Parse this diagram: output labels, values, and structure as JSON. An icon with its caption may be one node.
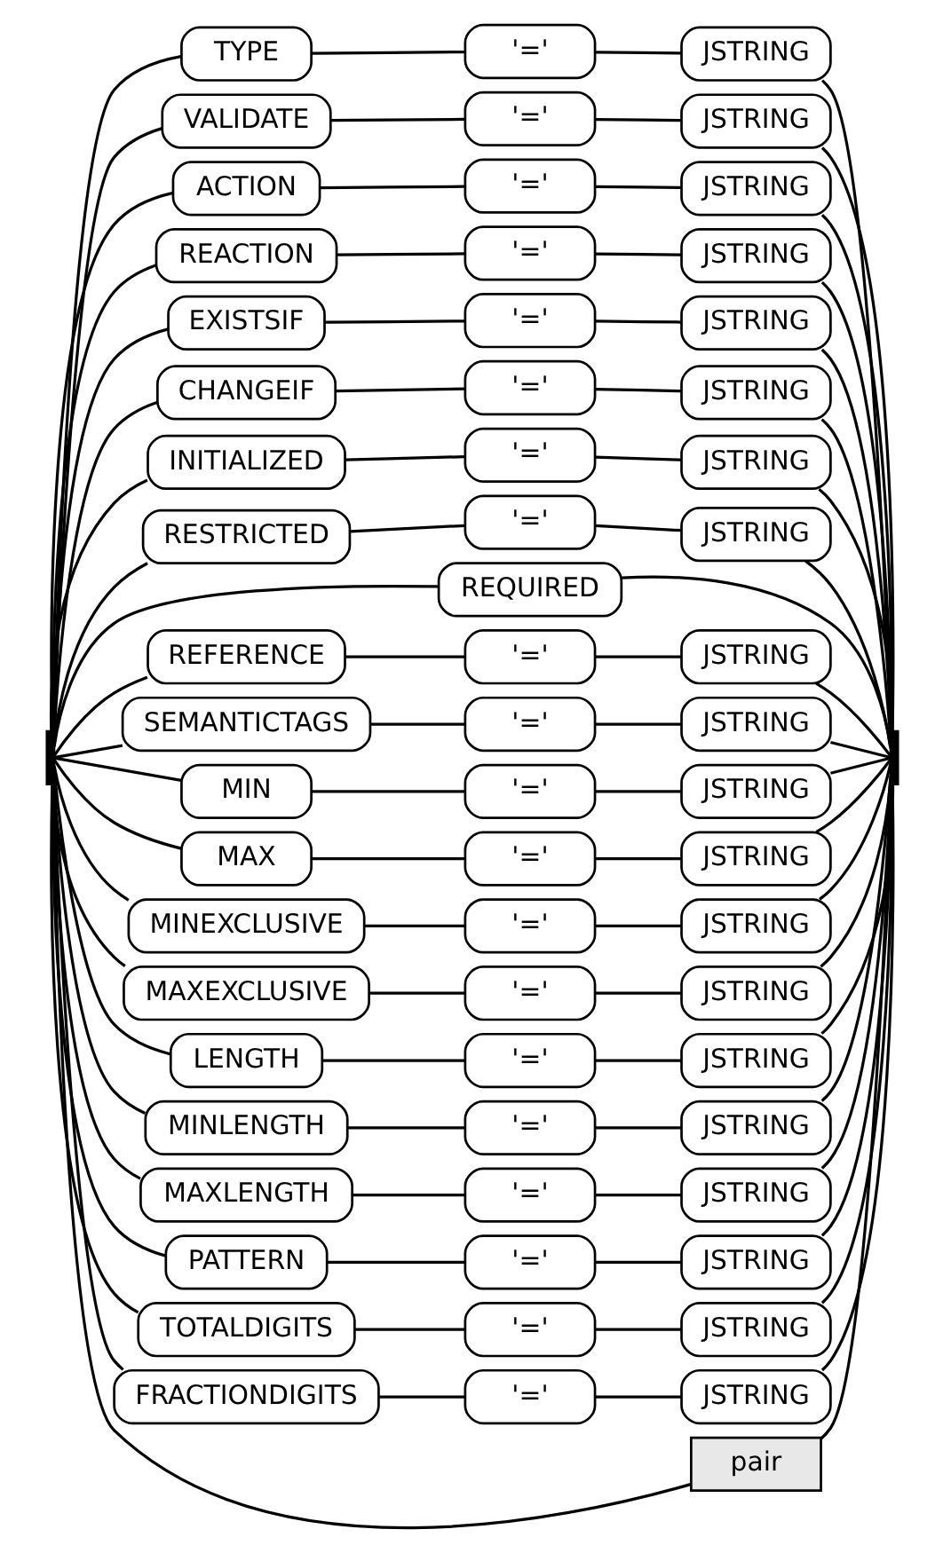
{
  "diagram": {
    "nodes": [
      {
        "text": [],
        "shape": "bar"
      },
      {
        "text": [
          "TYPE"
        ]
      },
      {
        "text": [
          "'='"
        ]
      },
      {
        "text": [
          "JSTRING"
        ]
      },
      {
        "text": [],
        "shape": "bar"
      },
      {
        "text": [
          "VALIDATE"
        ]
      },
      {
        "text": [
          "'='"
        ]
      },
      {
        "text": [
          "JSTRING"
        ]
      },
      {
        "text": [
          "ACTION"
        ]
      },
      {
        "text": [
          "'='"
        ]
      },
      {
        "text": [
          "JSTRING"
        ]
      },
      {
        "text": [
          "REACTION"
        ]
      },
      {
        "text": [
          "'='"
        ]
      },
      {
        "text": [
          "JSTRING"
        ]
      },
      {
        "text": [
          "EXISTSIF"
        ]
      },
      {
        "text": [
          "'='"
        ]
      },
      {
        "text": [
          "JSTRING"
        ]
      },
      {
        "text": [
          "CHANGEIF"
        ]
      },
      {
        "text": [
          "'='"
        ]
      },
      {
        "text": [
          "JSTRING"
        ]
      },
      {
        "text": [
          "INITIALIZED"
        ]
      },
      {
        "text": [
          "'='"
        ]
      },
      {
        "text": [
          "JSTRING"
        ]
      },
      {
        "text": [
          "RESTRICTED"
        ]
      },
      {
        "text": [
          "'='"
        ]
      },
      {
        "text": [
          "JSTRING"
        ]
      },
      {
        "text": [
          "REQUIRED"
        ]
      },
      {
        "text": [
          "REFERENCE"
        ]
      },
      {
        "text": [
          "'='"
        ]
      },
      {
        "text": [
          "JSTRING"
        ]
      },
      {
        "text": [
          "SEMANTICTAGS"
        ]
      },
      {
        "text": [
          "'='"
        ]
      },
      {
        "text": [
          "JSTRING"
        ]
      },
      {
        "text": [
          "MIN"
        ]
      },
      {
        "text": [
          "'='"
        ]
      },
      {
        "text": [
          "JSTRING"
        ]
      },
      {
        "text": [
          "MAX"
        ]
      },
      {
        "text": [
          "'='"
        ]
      },
      {
        "text": [
          "JSTRING"
        ]
      },
      {
        "text": [
          "MINEXCLUSIVE"
        ]
      },
      {
        "text": [
          "'='"
        ]
      },
      {
        "text": [
          "JSTRING"
        ]
      },
      {
        "text": [
          "MAXEXCLUSIVE"
        ]
      },
      {
        "text": [
          "'='"
        ]
      },
      {
        "text": [
          "JSTRING"
        ]
      },
      {
        "text": [
          "LENGTH"
        ]
      },
      {
        "text": [
          "'='"
        ]
      },
      {
        "text": [
          "JSTRING"
        ]
      },
      {
        "text": [
          "MINLENGTH"
        ]
      },
      {
        "text": [
          "'='"
        ]
      },
      {
        "text": [
          "JSTRING"
        ]
      },
      {
        "text": [
          "MAXLENGTH"
        ]
      },
      {
        "text": [
          "'='"
        ]
      },
      {
        "text": [
          "JSTRING"
        ]
      },
      {
        "text": [
          "PATTERN"
        ]
      },
      {
        "text": [
          "'='"
        ]
      },
      {
        "text": [
          "JSTRING"
        ]
      },
      {
        "text": [
          "TOTALDIGITS"
        ]
      },
      {
        "text": [
          "'='"
        ]
      },
      {
        "text": [
          "JSTRING"
        ]
      },
      {
        "text": [
          "FRACTIONDIGITS"
        ]
      },
      {
        "text": [
          "'='"
        ]
      },
      {
        "text": [
          "JSTRING"
        ]
      },
      {
        "text": [
          "pair"
        ]
      }
    ],
    "edges": [
      {
        "from": 0,
        "to": 1,
        "arrow": "none"
      },
      {
        "from": 1,
        "to": 2,
        "arrow": "none"
      },
      {
        "from": 2,
        "to": 3,
        "arrow": "none"
      },
      {
        "from": 3,
        "to": 4,
        "arrow": "none"
      },
      {
        "from": 0,
        "to": 5,
        "arrow": "none"
      },
      {
        "from": 5,
        "to": 6,
        "arrow": "none"
      },
      {
        "from": 6,
        "to": 7,
        "arrow": "none"
      },
      {
        "from": 7,
        "to": 4,
        "arrow": "none"
      },
      {
        "from": 0,
        "to": 8,
        "arrow": "none"
      },
      {
        "from": 8,
        "to": 9,
        "arrow": "none"
      },
      {
        "from": 9,
        "to": 10,
        "arrow": "none"
      },
      {
        "from": 10,
        "to": 4,
        "arrow": "none"
      },
      {
        "from": 0,
        "to": 11,
        "arrow": "none"
      },
      {
        "from": 11,
        "to": 12,
        "arrow": "none"
      },
      {
        "from": 12,
        "to": 13,
        "arrow": "none"
      },
      {
        "from": 13,
        "to": 4,
        "arrow": "none"
      },
      {
        "from": 0,
        "to": 14,
        "arrow": "none"
      },
      {
        "from": 14,
        "to": 15,
        "arrow": "none"
      },
      {
        "from": 15,
        "to": 16,
        "arrow": "none"
      },
      {
        "from": 16,
        "to": 4,
        "arrow": "none"
      },
      {
        "from": 0,
        "to": 17,
        "arrow": "none"
      },
      {
        "from": 17,
        "to": 18,
        "arrow": "none"
      },
      {
        "from": 18,
        "to": 19,
        "arrow": "none"
      },
      {
        "from": 19,
        "to": 4,
        "arrow": "none"
      },
      {
        "from": 0,
        "to": 20,
        "arrow": "none"
      },
      {
        "from": 20,
        "to": 21,
        "arrow": "none"
      },
      {
        "from": 21,
        "to": 22,
        "arrow": "none"
      },
      {
        "from": 22,
        "to": 4,
        "arrow": "none"
      },
      {
        "from": 0,
        "to": 23,
        "arrow": "none"
      },
      {
        "from": 23,
        "to": 24,
        "arrow": "none"
      },
      {
        "from": 24,
        "to": 25,
        "arrow": "none"
      },
      {
        "from": 25,
        "to": 4,
        "arrow": "none"
      },
      {
        "from": 0,
        "to": 26,
        "arrow": "none"
      },
      {
        "from": 26,
        "to": 4,
        "arrow": "none"
      },
      {
        "from": 0,
        "to": 27,
        "arrow": "none"
      },
      {
        "from": 27,
        "to": 28,
        "arrow": "none"
      },
      {
        "from": 28,
        "to": 29,
        "arrow": "none"
      },
      {
        "from": 29,
        "to": 4,
        "arrow": "none"
      },
      {
        "from": 0,
        "to": 30,
        "arrow": "none"
      },
      {
        "from": 30,
        "to": 31,
        "arrow": "none"
      },
      {
        "from": 31,
        "to": 32,
        "arrow": "none"
      },
      {
        "from": 32,
        "to": 4,
        "arrow": "none"
      },
      {
        "from": 0,
        "to": 33,
        "arrow": "none"
      },
      {
        "from": 33,
        "to": 34,
        "arrow": "none"
      },
      {
        "from": 34,
        "to": 35,
        "arrow": "none"
      },
      {
        "from": 35,
        "to": 4,
        "arrow": "none"
      },
      {
        "from": 0,
        "to": 36,
        "arrow": "none"
      },
      {
        "from": 36,
        "to": 37,
        "arrow": "none"
      },
      {
        "from": 37,
        "to": 38,
        "arrow": "none"
      },
      {
        "from": 38,
        "to": 4,
        "arrow": "none"
      },
      {
        "from": 0,
        "to": 39,
        "arrow": "none"
      },
      {
        "from": 39,
        "to": 40,
        "arrow": "none"
      },
      {
        "from": 40,
        "to": 41,
        "arrow": "none"
      },
      {
        "from": 41,
        "to": 4,
        "arrow": "none"
      },
      {
        "from": 0,
        "to": 42,
        "arrow": "none"
      },
      {
        "from": 42,
        "to": 43,
        "arrow": "none"
      },
      {
        "from": 43,
        "to": 44,
        "arrow": "none"
      },
      {
        "from": 44,
        "to": 4,
        "arrow": "none"
      },
      {
        "from": 0,
        "to": 45,
        "arrow": "none"
      },
      {
        "from": 45,
        "to": 46,
        "arrow": "none"
      },
      {
        "from": 46,
        "to": 47,
        "arrow": "none"
      },
      {
        "from": 47,
        "to": 4,
        "arrow": "none"
      },
      {
        "from": 0,
        "to": 48,
        "arrow": "none"
      },
      {
        "from": 48,
        "to": 49,
        "arrow": "none"
      },
      {
        "from": 49,
        "to": 50,
        "arrow": "none"
      },
      {
        "from": 50,
        "to": 4,
        "arrow": "none"
      },
      {
        "from": 0,
        "to": 51,
        "arrow": "none"
      },
      {
        "from": 51,
        "to": 52,
        "arrow": "none"
      },
      {
        "from": 52,
        "to": 53,
        "arrow": "none"
      },
      {
        "from": 53,
        "to": 4,
        "arrow": "none"
      },
      {
        "from": 0,
        "to": 54,
        "arrow": "none"
      },
      {
        "from": 54,
        "to": 55,
        "arrow": "none"
      },
      {
        "from": 55,
        "to": 56,
        "arrow": "none"
      },
      {
        "from": 56,
        "to": 4,
        "arrow": "none"
      },
      {
        "from": 0,
        "to": 57,
        "arrow": "none"
      },
      {
        "from": 57,
        "to": 58,
        "arrow": "none"
      },
      {
        "from": 58,
        "to": 59,
        "arrow": "none"
      },
      {
        "from": 59,
        "to": 4,
        "arrow": "none"
      },
      {
        "from": 0,
        "to": 60,
        "arrow": "none"
      },
      {
        "from": 60,
        "to": 61,
        "arrow": "none"
      },
      {
        "from": 61,
        "to": 62,
        "arrow": "none"
      },
      {
        "from": 62,
        "to": 4,
        "arrow": "none"
      },
      {
        "from": 0,
        "to": 63,
        "arrow": "none"
      },
      {
        "from": 63,
        "to": 4,
        "arrow": "none"
      }
    ]
  }
}
